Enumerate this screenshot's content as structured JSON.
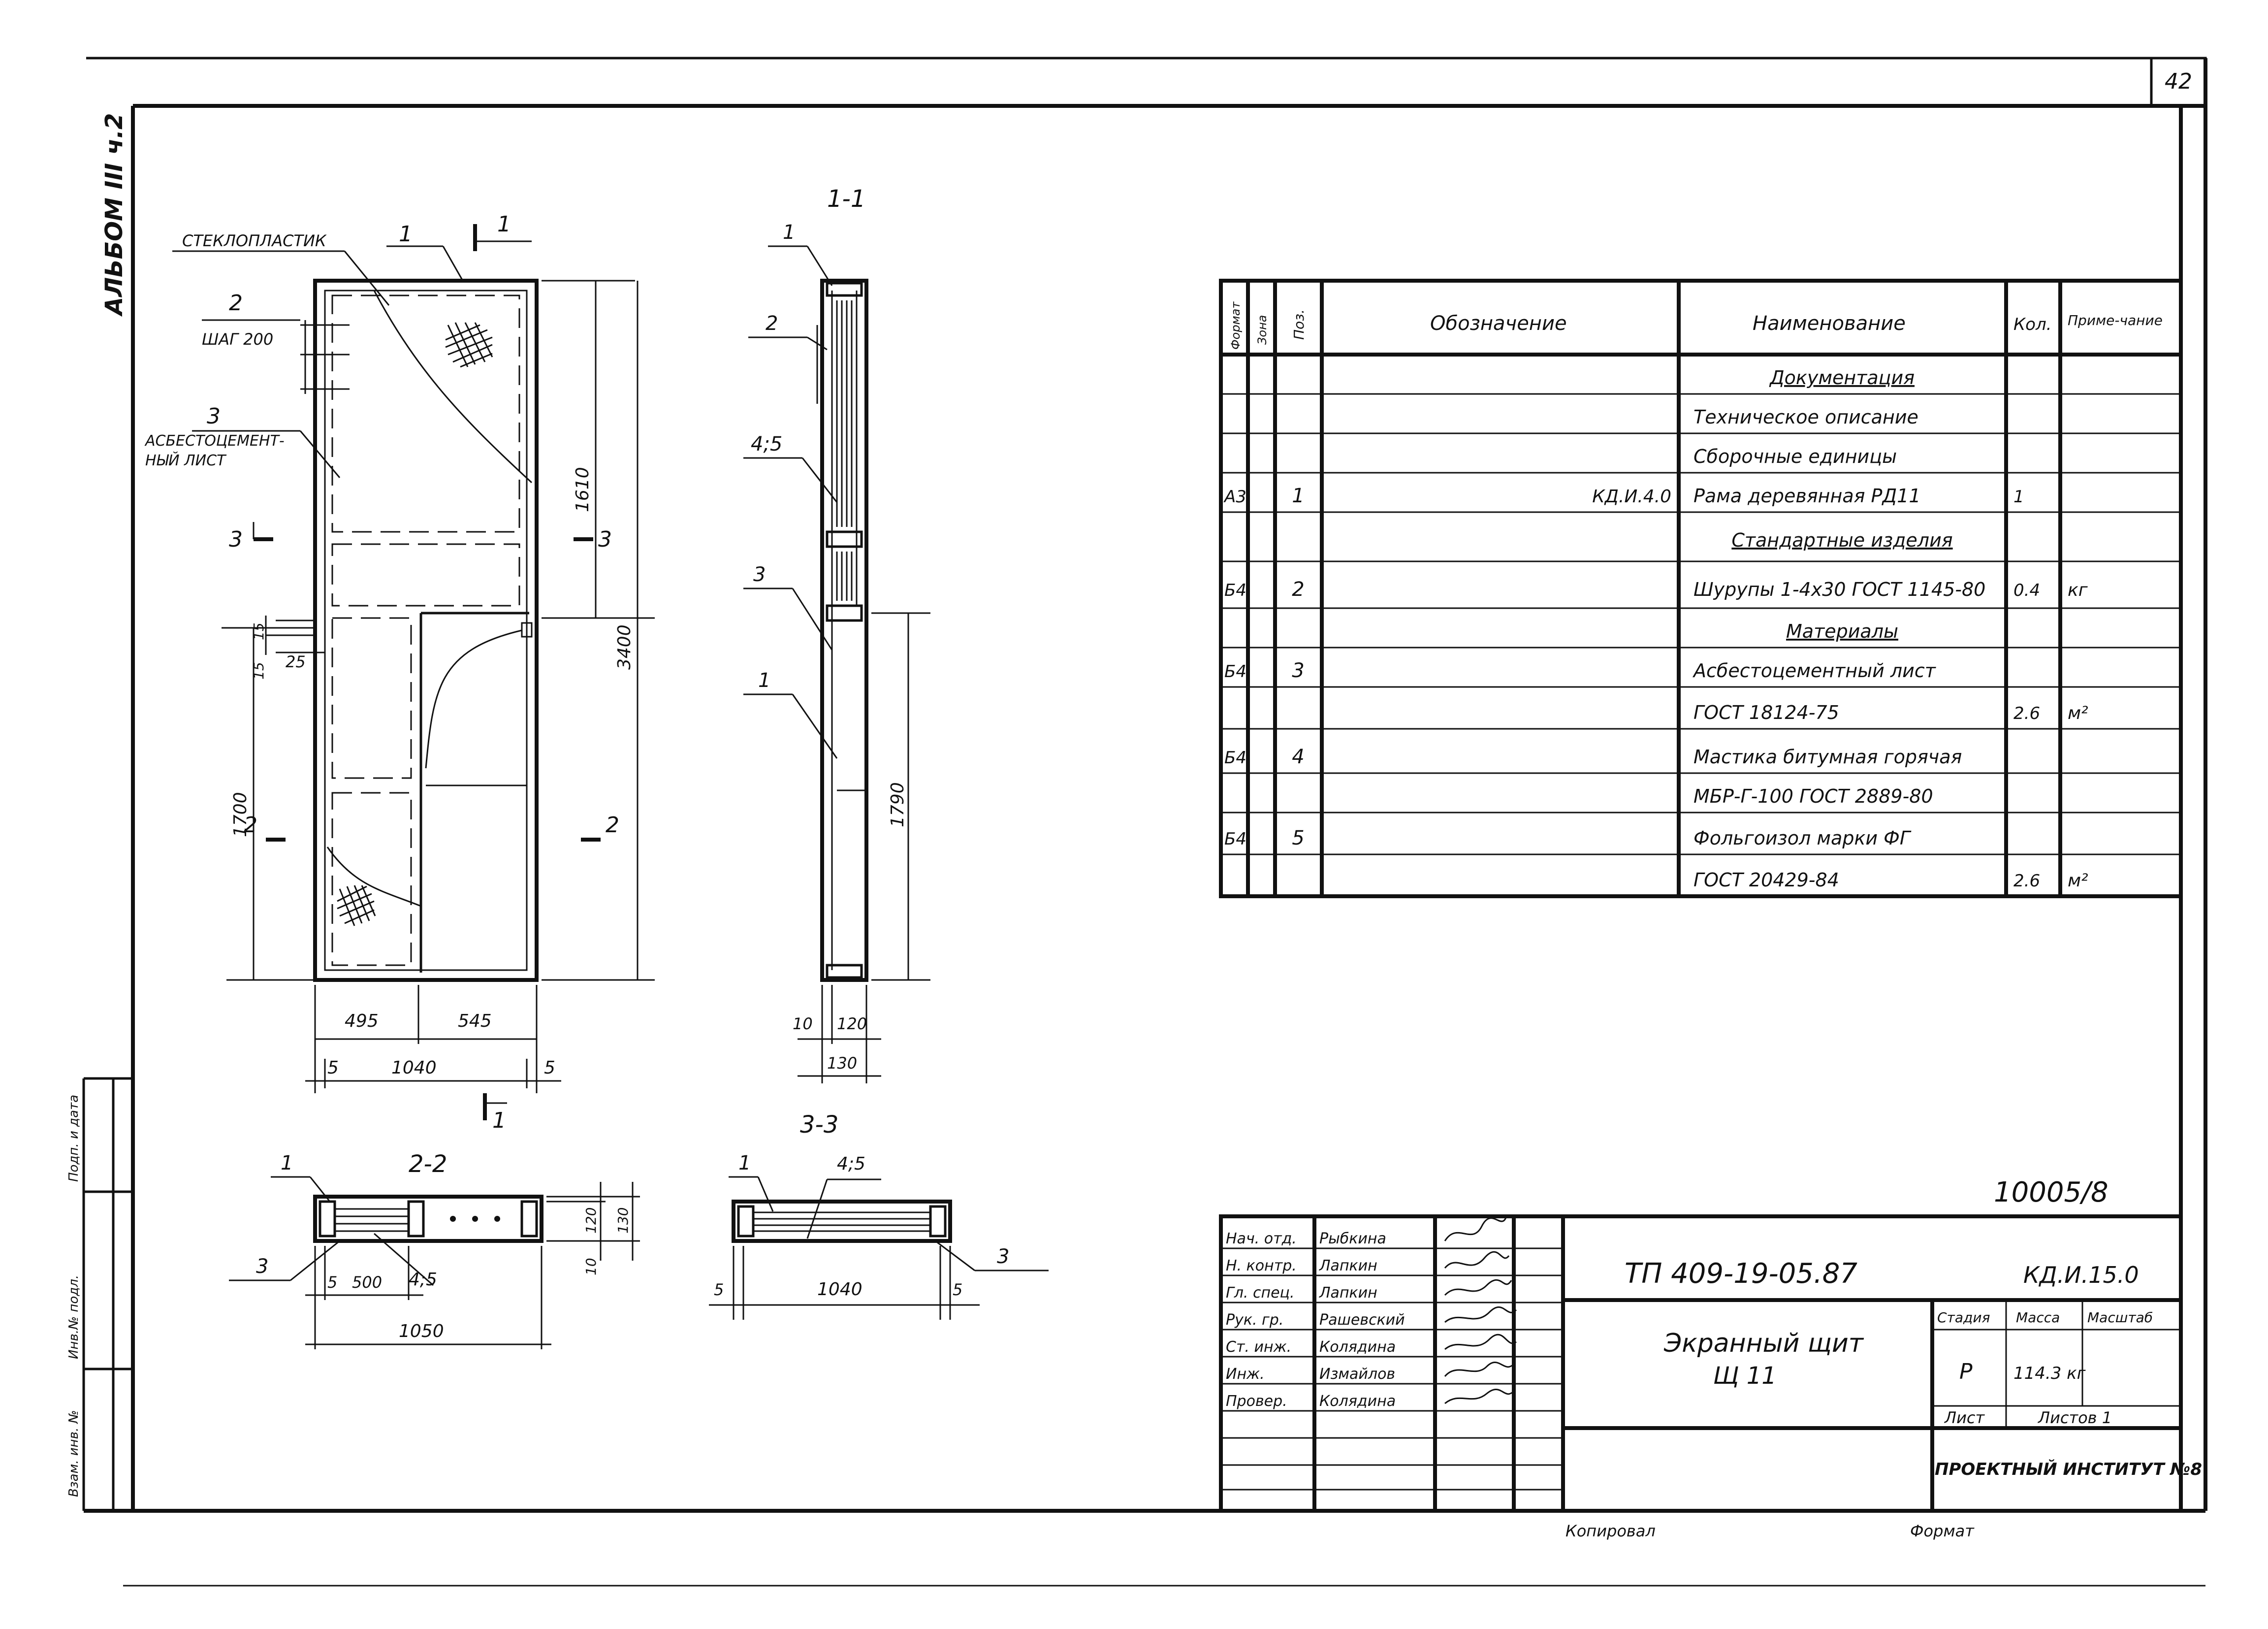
{
  "sheet": {
    "page_number": "42",
    "album": "АЛЬБОМ III ч.2",
    "copied_label": "Копировал",
    "format_label": "Формат",
    "archive_code": "10005/8",
    "side_labels": [
      "Инв.№ подл.",
      "Подп. и дата",
      "Взам. инв. №"
    ]
  },
  "front_view": {
    "labels": {
      "stekloplastik": "СТЕКЛОПЛАСТИК",
      "pos1": "1",
      "pos2": "2",
      "step": "ШАГ 200",
      "pos3": "3",
      "asbestos_1": "АСБЕСТОЦЕМЕНТ-",
      "asbestos_2": "НЫЙ ЛИСТ",
      "sec1_top": "1",
      "sec1_bottom": "1",
      "sec2_left": "2",
      "sec2_right": "2",
      "sec3_left": "3",
      "sec3_right": "3"
    },
    "dims": {
      "h_total": "3400",
      "h_upper": "1610",
      "h_lower": "1700",
      "d15a": "15",
      "d15b": "15",
      "d25": "25",
      "w_left": "495",
      "w_right": "545",
      "w_inner": "1040",
      "edge_l": "5",
      "edge_r": "5"
    }
  },
  "section_1_1": {
    "title": "1-1",
    "labels": {
      "p1_top": "1",
      "p2": "2",
      "p45": "4;5",
      "p3": "3",
      "p1_low": "1"
    },
    "dims": {
      "h_low": "1790",
      "d10": "10",
      "d120": "120",
      "d130": "130"
    }
  },
  "section_2_2": {
    "title": "2-2",
    "labels": {
      "p1": "1",
      "p3": "3",
      "p45": "4;5"
    },
    "dims": {
      "d5": "5",
      "d500": "500",
      "d1050": "1050",
      "d10": "10",
      "d120": "120",
      "d130": "130"
    }
  },
  "section_3_3": {
    "title": "3-3",
    "labels": {
      "p1": "1",
      "p45": "4;5",
      "p3": "3"
    },
    "dims": {
      "d5a": "5",
      "d1040": "1040",
      "d5b": "5"
    }
  },
  "spec_table": {
    "headers": {
      "format": "Формат",
      "zone": "Зона",
      "pos": "Поз.",
      "designation": "Обозначение",
      "name": "Наименование",
      "qty": "Кол.",
      "note": "Приме-чание"
    },
    "rows": [
      {
        "format": "",
        "pos": "",
        "designation": "",
        "name": "Документация",
        "qty": "",
        "note": "",
        "heading": true
      },
      {
        "format": "",
        "pos": "",
        "designation": "",
        "name": "Техническое описание",
        "qty": "",
        "note": ""
      },
      {
        "format": "",
        "pos": "",
        "designation": "",
        "name": "Сборочные единицы",
        "qty": "",
        "note": ""
      },
      {
        "format": "А3",
        "pos": "1",
        "designation": "КД.И.4.0",
        "name": "Рама деревянная РД11",
        "qty": "1",
        "note": ""
      },
      {
        "format": "",
        "pos": "",
        "designation": "",
        "name": "Стандартные изделия",
        "qty": "",
        "note": "",
        "heading": true
      },
      {
        "format": "Б4",
        "pos": "2",
        "designation": "",
        "name": "Шурупы 1-4х30 ГОСТ 1145-80",
        "qty": "0.4",
        "note": "кг"
      },
      {
        "format": "",
        "pos": "",
        "designation": "",
        "name": "Материалы",
        "qty": "",
        "note": "",
        "heading": true
      },
      {
        "format": "Б4",
        "pos": "3",
        "designation": "",
        "name": "Асбестоцементный лист",
        "qty": "",
        "note": ""
      },
      {
        "format": "",
        "pos": "",
        "designation": "",
        "name": "ГОСТ 18124-75",
        "qty": "2.6",
        "note": "м²"
      },
      {
        "format": "Б4",
        "pos": "4",
        "designation": "",
        "name": "Мастика битумная горячая",
        "qty": "",
        "note": ""
      },
      {
        "format": "",
        "pos": "",
        "designation": "",
        "name": "МБР-Г-100 ГОСТ 2889-80",
        "qty": "",
        "note": ""
      },
      {
        "format": "Б4",
        "pos": "5",
        "designation": "",
        "name": "Фольгоизол марки ФГ",
        "qty": "",
        "note": ""
      },
      {
        "format": "",
        "pos": "",
        "designation": "",
        "name": "ГОСТ 20429-84",
        "qty": "2.6",
        "note": "м²"
      }
    ]
  },
  "title_block": {
    "signatories": [
      {
        "role": "Нач. отд.",
        "name": "Рыбкина"
      },
      {
        "role": "Н. контр.",
        "name": "Лапкин"
      },
      {
        "role": "Гл. спец.",
        "name": "Лапкин"
      },
      {
        "role": "Рук. гр.",
        "name": "Рашевский"
      },
      {
        "role": "Ст. инж.",
        "name": "Колядина"
      },
      {
        "role": "Инж.",
        "name": "Измайлов"
      },
      {
        "role": "Провер.",
        "name": "Колядина"
      }
    ],
    "project_code": "ТП 409-19-05.87",
    "doc_code": "КД.И.15.0",
    "title_line1": "Экранный щит",
    "title_line2": "Щ 11",
    "stage_label": "Стадия",
    "mass_label": "Масса",
    "scale_label": "Масштаб",
    "stage_value": "Р",
    "mass_value": "114.3 кг",
    "sheet_label": "Лист",
    "sheets_label": "Листов 1",
    "organization": "ПРОЕКТНЫЙ ИНСТИТУТ №8"
  }
}
